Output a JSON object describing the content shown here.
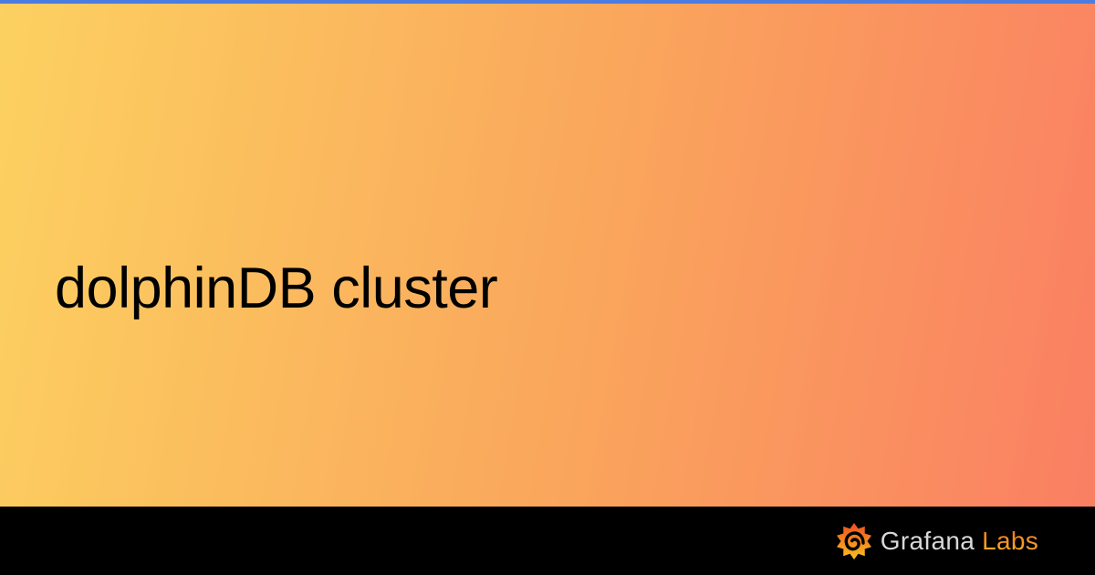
{
  "page": {
    "title": "dolphinDB cluster"
  },
  "footer": {
    "brand": {
      "primary": "Grafana",
      "secondary": "Labs"
    },
    "logo_icon": "grafana-flame-icon"
  },
  "colors": {
    "top_accent_bar": "#4d7ce0",
    "background_gradient_start": "#fcd160",
    "background_gradient_mid": "#faa55c",
    "background_gradient_end": "#fa7f63",
    "footer_background": "#000000",
    "title_text": "#000000",
    "brand_primary_text": "#d8d8d8",
    "brand_secondary_gradient_start": "#f26d21",
    "brand_secondary_gradient_end": "#fcba22",
    "logo_gradient_top": "#ec4f21",
    "logo_gradient_bottom": "#fbc21c"
  }
}
